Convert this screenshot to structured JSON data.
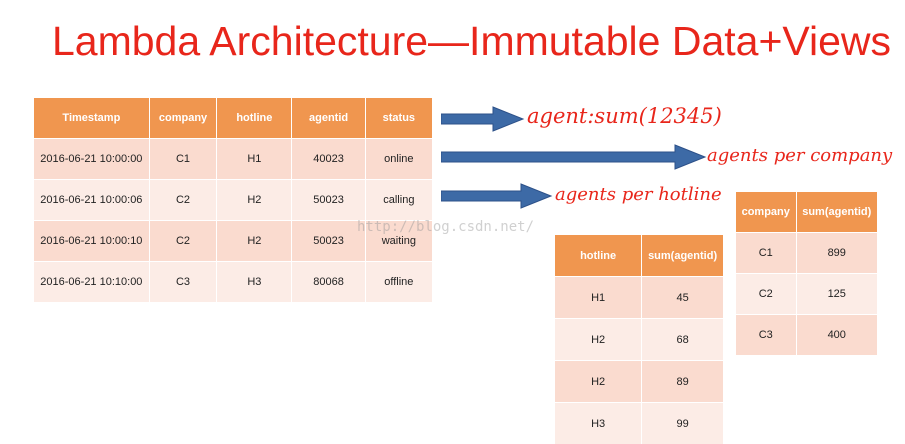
{
  "title": "Lambda Architecture—Immutable Data+Views",
  "events_table": {
    "headers": [
      "Timestamp",
      "company",
      "hotline",
      "agentid",
      "status"
    ],
    "rows": [
      [
        "2016-06-21 10:00:00",
        "C1",
        "H1",
        "40023",
        "online"
      ],
      [
        "2016-06-21 10:00:06",
        "C2",
        "H2",
        "50023",
        "calling"
      ],
      [
        "2016-06-21 10:00:10",
        "C2",
        "H2",
        "50023",
        "waiting"
      ],
      [
        "2016-06-21 10:10:00",
        "C3",
        "H3",
        "80068",
        "offline"
      ]
    ]
  },
  "views": {
    "sum_label": "agent:sum(12345)",
    "per_company_label": "agents per company",
    "per_hotline_label": "agents per hotline"
  },
  "hotline_table": {
    "headers": [
      "hotline",
      "sum(agentid)"
    ],
    "rows": [
      [
        "H1",
        "45"
      ],
      [
        "H2",
        "68"
      ],
      [
        "H2",
        "89"
      ],
      [
        "H3",
        "99"
      ]
    ]
  },
  "company_table": {
    "headers": [
      "company",
      "sum(agentid)"
    ],
    "rows": [
      [
        "C1",
        "899"
      ],
      [
        "C2",
        "125"
      ],
      [
        "C3",
        "400"
      ]
    ]
  },
  "watermark": "http://blog.csdn.net/",
  "colors": {
    "title": "#e8261b",
    "header_fill": "#f0964f",
    "row_fill_odd": "#fadbcf",
    "row_fill_even": "#fcece6",
    "arrow_fill": "#3d6aa6"
  }
}
